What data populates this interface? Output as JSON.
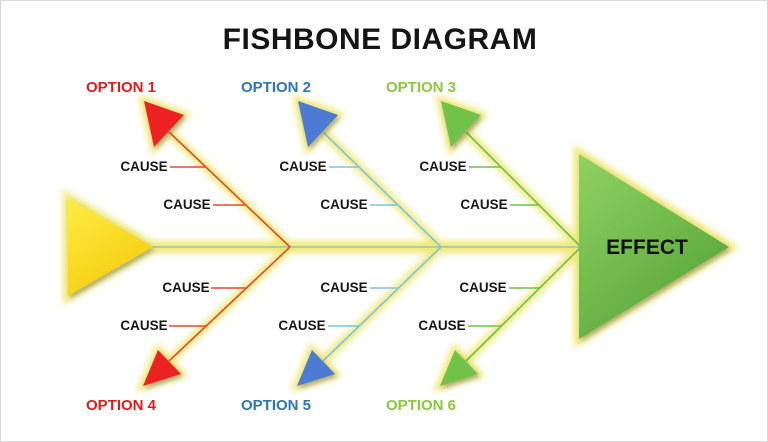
{
  "title": "FISHBONE DIAGRAM",
  "effect_label": "EFFECT",
  "labels": {
    "cause": "CAUSE"
  },
  "options": [
    {
      "id": 1,
      "label": "OPTION 1",
      "color": "#e11b1b",
      "position": "top-left",
      "causes": [
        "CAUSE",
        "CAUSE"
      ]
    },
    {
      "id": 2,
      "label": "OPTION 2",
      "color": "#2e75b6",
      "position": "top-middle",
      "causes": [
        "CAUSE",
        "CAUSE"
      ]
    },
    {
      "id": 3,
      "label": "OPTION 3",
      "color": "#8dc63f",
      "position": "top-right",
      "causes": [
        "CAUSE",
        "CAUSE"
      ]
    },
    {
      "id": 4,
      "label": "OPTION 4",
      "color": "#e11b1b",
      "position": "bottom-left",
      "causes": [
        "CAUSE",
        "CAUSE"
      ]
    },
    {
      "id": 5,
      "label": "OPTION 5",
      "color": "#2e75b6",
      "position": "bottom-middle",
      "causes": [
        "CAUSE",
        "CAUSE"
      ]
    },
    {
      "id": 6,
      "label": "OPTION 6",
      "color": "#8dc63f",
      "position": "bottom-right",
      "causes": [
        "CAUSE",
        "CAUSE"
      ]
    }
  ],
  "colors": {
    "background": "#ffffff",
    "frame_border": "#d8d8d8",
    "title_text": "#151515",
    "cause_text": "#161616",
    "effect_text": "#111111",
    "glow": "#f0e878",
    "spine_line": "#8fc7ad",
    "branch_red": "#e04b2e",
    "branch_blue": "#7cc3e6",
    "branch_green": "#6cc24e",
    "triangle_red": "#ec2020",
    "triangle_blue": "#4d7ad2",
    "triangle_green": "#6fc24a",
    "option_red": "#e11b1b",
    "option_blue": "#2e75b6",
    "option_green": "#8dc63f",
    "head_yellow_light": "#ffec45",
    "head_yellow_dark": "#f3cd0e",
    "effect_green_light": "#90d264",
    "effect_green_dark": "#56a538"
  }
}
